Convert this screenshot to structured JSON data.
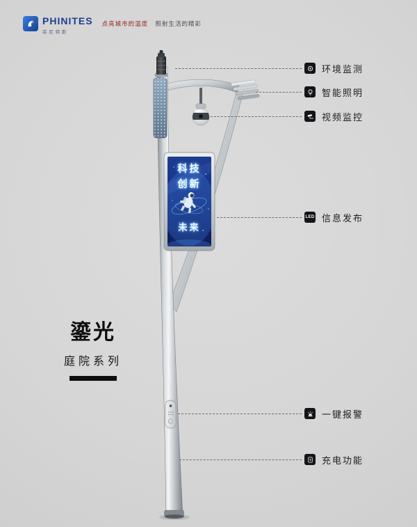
{
  "page": {
    "background": "#d8d8d8"
  },
  "brand": {
    "logo_text": "PHINITES",
    "logo_subtext": "菲尼特斯",
    "logo_icon": "brand-logo-icon",
    "tagline_primary": "点亮城市的温度",
    "tagline_secondary": "照射生活的精彩"
  },
  "product": {
    "name": "鎏光",
    "series": "庭院系列",
    "screen_lines": [
      "科技",
      "创新",
      "未来"
    ]
  },
  "callouts": [
    {
      "label": "环境监测",
      "icon": "environment-monitor-icon"
    },
    {
      "label": "智能照明",
      "icon": "smart-lighting-icon"
    },
    {
      "label": "视频监控",
      "icon": "video-camera-icon"
    },
    {
      "label": "信息发布",
      "icon": "led-display-icon",
      "icon_text": "LED"
    },
    {
      "label": "一键报警",
      "icon": "alarm-icon"
    },
    {
      "label": "充电功能",
      "icon": "charging-icon"
    }
  ],
  "colors": {
    "brand_blue": "#1c3f8e",
    "tagline_red": "#98211d",
    "screen_blue": "#16307d",
    "label_text": "#1f1f1f",
    "panel_blue": "#7b93a8"
  }
}
